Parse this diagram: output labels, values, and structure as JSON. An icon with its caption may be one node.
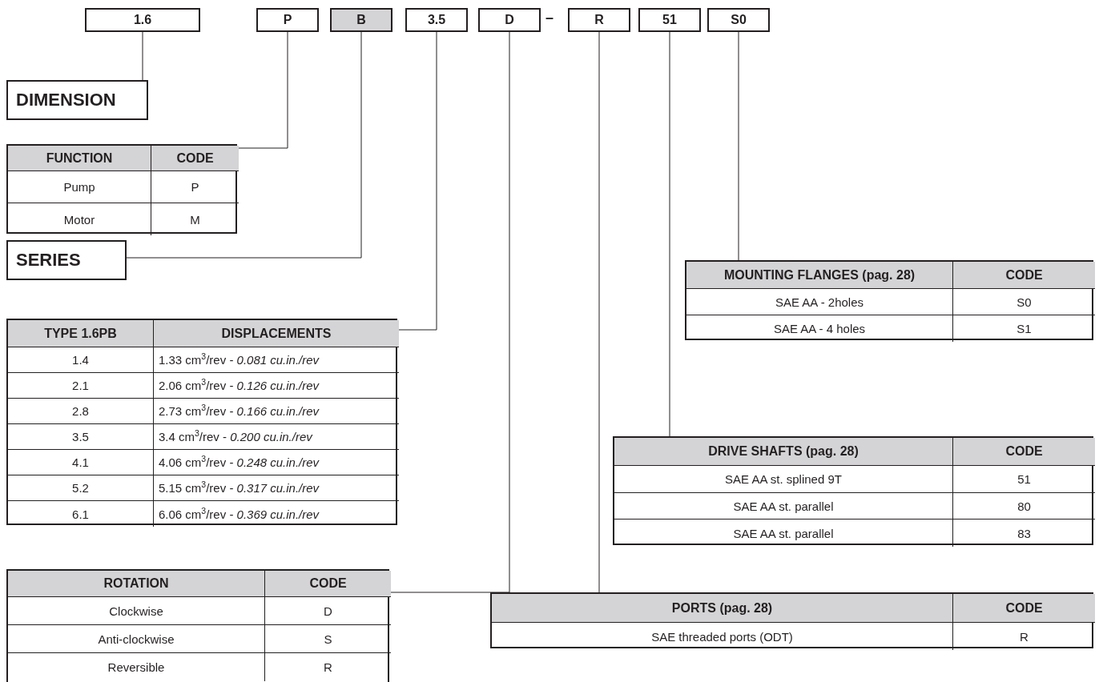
{
  "diagram": {
    "nodes": [
      {
        "text": [
          "1.6"
        ]
      },
      {
        "text": [
          "P"
        ]
      },
      {
        "text": [
          "B"
        ]
      },
      {
        "text": [
          "3.5"
        ]
      },
      {
        "text": [
          "D"
        ]
      },
      {
        "text": [
          "R"
        ]
      },
      {
        "text": [
          "51"
        ]
      },
      {
        "text": [
          "S0"
        ]
      },
      {
        "text": [
          "DIMENSION"
        ]
      },
      {
        "text": [
          "FUNCTION",
          "CODE",
          "Pump",
          "P",
          "Motor",
          "M"
        ]
      },
      {
        "text": [
          "SERIES"
        ]
      },
      {
        "text": [
          "TYPE 1.6PB",
          "DISPLACEMENTS",
          "1.4",
          "1.33 cm$^{3}$/rev - *0.081 cu.in./rev*",
          "2.1",
          "2.06 cm$^{3}$/rev - *0.126 cu.in./rev*",
          "2.8",
          "2.73 cm$^{3}$/rev - *0.166 cu.in./rev*",
          "3.5",
          "3.4 cm$^{3}$/rev - *0.200 cu.in./rev*",
          "4.1",
          "4.06 cm$^{3}$/rev - *0.248 cu.in./rev*",
          "5.2",
          "5.15 cm$^{3}$/rev - *0.317 cu.in./rev*",
          "6.1",
          "6.06 cm$^{3}$/rev - *0.369 cu.in./rev*"
        ]
      },
      {
        "text": [
          "ROTATION",
          "CODE",
          "Clockwise",
          "D",
          "Anti-clockwise",
          "S",
          "Reversible",
          "R"
        ]
      },
      {
        "text": [
          "MOUNTING FLANGES (pag. 28)",
          "CODE",
          "SAE AA - 2holes",
          "S0",
          "SAE AA - 4 holes",
          "S1"
        ]
      },
      {
        "text": [
          "DRIVE SHAFTS (pag. 28)",
          "CODE",
          "SAE AA st. splined 9T",
          "51",
          "SAE AA st. parallel",
          "80",
          "SAE AA st. parallel",
          "83"
        ]
      },
      {
        "text": [
          "PORTS (pag. 28)",
          "CODE",
          "SAE threaded ports (ODT)",
          "R"
        ]
      }
    ],
    "edges": [
      {
        "from": 0,
        "to": 8,
        "arrow": "none"
      },
      {
        "from": 1,
        "to": 9,
        "arrow": "none"
      },
      {
        "from": 2,
        "to": 10,
        "arrow": "none"
      },
      {
        "from": 3,
        "to": 11,
        "arrow": "none"
      },
      {
        "from": 4,
        "to": 12,
        "arrow": "none"
      },
      {
        "from": 5,
        "to": 15,
        "arrow": "none"
      },
      {
        "from": 6,
        "to": 14,
        "arrow": "none"
      },
      {
        "from": 7,
        "to": 13,
        "arrow": "none"
      }
    ],
    "labels": [
      "–"
    ]
  }
}
